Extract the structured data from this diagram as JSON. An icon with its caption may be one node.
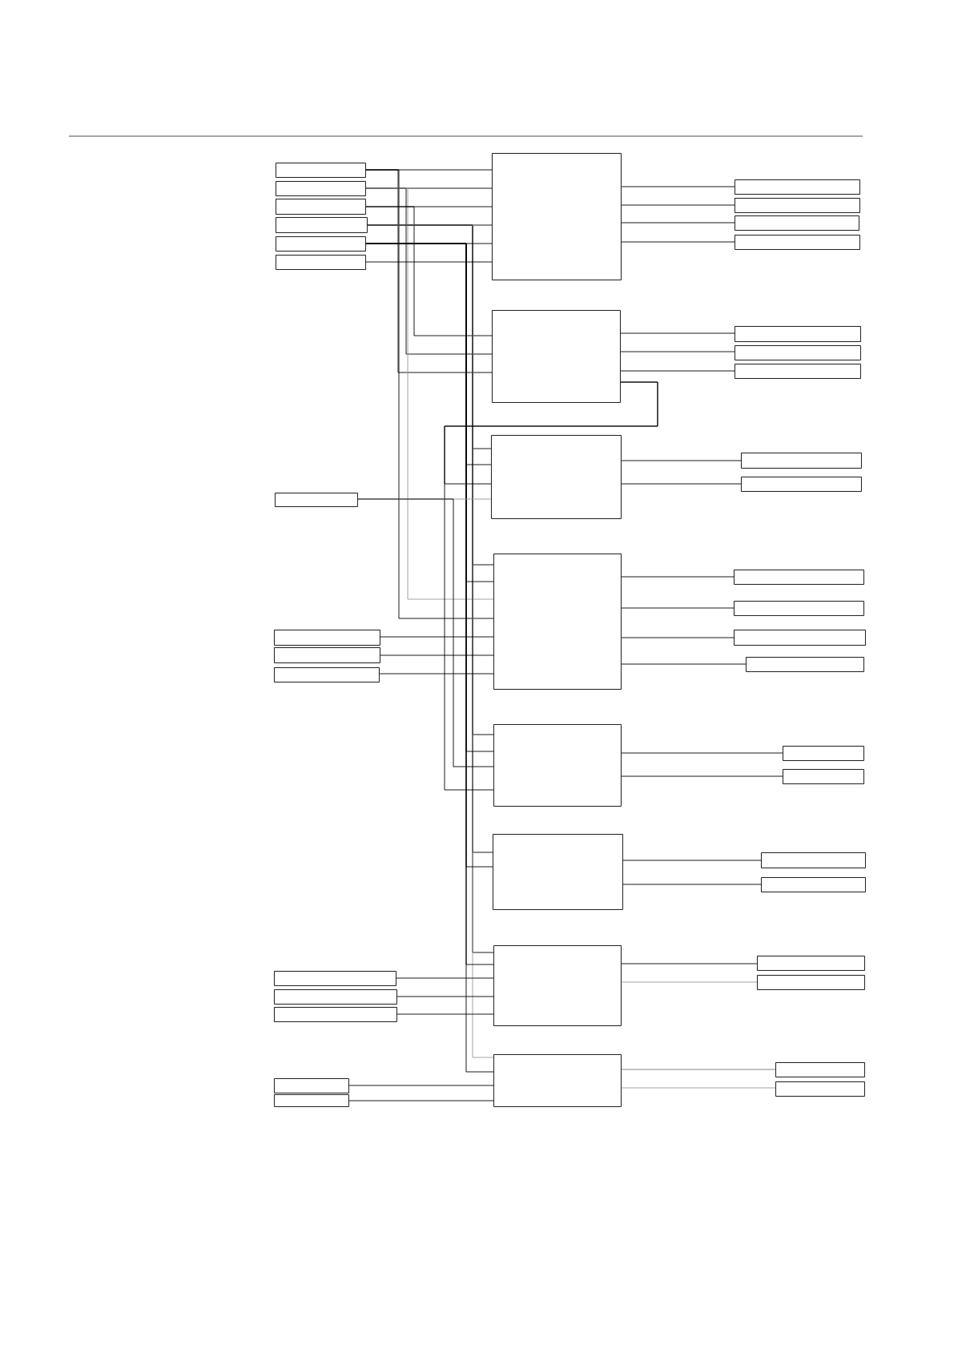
{
  "diagram": {
    "nodes": [
      {
        "text": [],
        "shape": "box"
      },
      {
        "text": [],
        "shape": "box"
      },
      {
        "text": [],
        "shape": "box"
      },
      {
        "text": [],
        "shape": "box"
      },
      {
        "text": [],
        "shape": "box"
      },
      {
        "text": [],
        "shape": "box"
      },
      {
        "text": [],
        "shape": "box"
      },
      {
        "text": [],
        "shape": "box"
      },
      {
        "text": [],
        "shape": "box"
      },
      {
        "text": [],
        "shape": "box"
      },
      {
        "text": [],
        "shape": "box"
      },
      {
        "text": [],
        "shape": "box"
      },
      {
        "text": [],
        "shape": "box"
      },
      {
        "text": [],
        "shape": "box"
      },
      {
        "text": [],
        "shape": "box"
      },
      {
        "text": [],
        "shape": "box"
      },
      {
        "text": [],
        "shape": "box"
      },
      {
        "text": [],
        "shape": "box"
      },
      {
        "text": [],
        "shape": "box"
      },
      {
        "text": [],
        "shape": "box"
      },
      {
        "text": [],
        "shape": "box"
      },
      {
        "text": [],
        "shape": "box"
      },
      {
        "text": [],
        "shape": "box"
      },
      {
        "text": [],
        "shape": "box"
      },
      {
        "text": [],
        "shape": "box"
      },
      {
        "text": [],
        "shape": "box"
      },
      {
        "text": [],
        "shape": "box"
      },
      {
        "text": [],
        "shape": "box"
      },
      {
        "text": [],
        "shape": "box"
      },
      {
        "text": [],
        "shape": "box"
      },
      {
        "text": [],
        "shape": "box"
      },
      {
        "text": [],
        "shape": "box"
      },
      {
        "text": [],
        "shape": "box"
      },
      {
        "text": [],
        "shape": "box"
      },
      {
        "text": [],
        "shape": "box"
      },
      {
        "text": [],
        "shape": "box"
      },
      {
        "text": [],
        "shape": "box"
      },
      {
        "text": [],
        "shape": "box"
      },
      {
        "text": [],
        "shape": "box"
      },
      {
        "text": [],
        "shape": "box"
      },
      {
        "text": [],
        "shape": "box"
      },
      {
        "text": [],
        "shape": "box"
      },
      {
        "text": [],
        "shape": "box"
      },
      {
        "text": [],
        "shape": "box"
      }
    ],
    "edges": [
      {
        "from": 0,
        "to": 6,
        "arrow": "none"
      },
      {
        "from": 0,
        "to": 11,
        "arrow": "none"
      },
      {
        "from": 0,
        "to": 22,
        "arrow": "none"
      },
      {
        "from": 1,
        "to": 6,
        "arrow": "none"
      },
      {
        "from": 1,
        "to": 11,
        "arrow": "none"
      },
      {
        "from": 1,
        "to": 22,
        "arrow": "none",
        "color": "#999999"
      },
      {
        "from": 2,
        "to": 6,
        "arrow": "none"
      },
      {
        "from": 2,
        "to": 11,
        "arrow": "none"
      },
      {
        "from": 3,
        "to": 6,
        "arrow": "none"
      },
      {
        "from": 3,
        "to": 15,
        "arrow": "none"
      },
      {
        "from": 3,
        "to": 22,
        "arrow": "none"
      },
      {
        "from": 3,
        "to": 27,
        "arrow": "none"
      },
      {
        "from": 3,
        "to": 30,
        "arrow": "none"
      },
      {
        "from": 3,
        "to": 36,
        "arrow": "none"
      },
      {
        "from": 3,
        "to": 41,
        "arrow": "none",
        "color": "#999999"
      },
      {
        "from": 4,
        "to": 6,
        "arrow": "none"
      },
      {
        "from": 4,
        "to": 15,
        "arrow": "none"
      },
      {
        "from": 4,
        "to": 22,
        "arrow": "none"
      },
      {
        "from": 4,
        "to": 27,
        "arrow": "none"
      },
      {
        "from": 4,
        "to": 30,
        "arrow": "none"
      },
      {
        "from": 4,
        "to": 36,
        "arrow": "none"
      },
      {
        "from": 4,
        "to": 41,
        "arrow": "none"
      },
      {
        "from": 5,
        "to": 6,
        "arrow": "none"
      },
      {
        "from": 6,
        "to": 7,
        "arrow": "none"
      },
      {
        "from": 6,
        "to": 8,
        "arrow": "none"
      },
      {
        "from": 6,
        "to": 9,
        "arrow": "none"
      },
      {
        "from": 6,
        "to": 10,
        "arrow": "none"
      },
      {
        "from": 11,
        "to": 12,
        "arrow": "none"
      },
      {
        "from": 11,
        "to": 13,
        "arrow": "none"
      },
      {
        "from": 11,
        "to": 14,
        "arrow": "none"
      },
      {
        "from": 11,
        "to": 15,
        "arrow": "none"
      },
      {
        "from": 11,
        "to": 27,
        "arrow": "none"
      },
      {
        "from": 15,
        "to": 16,
        "arrow": "none"
      },
      {
        "from": 15,
        "to": 17,
        "arrow": "none"
      },
      {
        "from": 18,
        "to": 15,
        "arrow": "none",
        "color": "#999999"
      },
      {
        "from": 18,
        "to": 27,
        "arrow": "none"
      },
      {
        "from": 19,
        "to": 22,
        "arrow": "none"
      },
      {
        "from": 20,
        "to": 22,
        "arrow": "none"
      },
      {
        "from": 21,
        "to": 22,
        "arrow": "none"
      },
      {
        "from": 22,
        "to": 23,
        "arrow": "none"
      },
      {
        "from": 22,
        "to": 24,
        "arrow": "none"
      },
      {
        "from": 22,
        "to": 25,
        "arrow": "none"
      },
      {
        "from": 22,
        "to": 26,
        "arrow": "none"
      },
      {
        "from": 27,
        "to": 28,
        "arrow": "none"
      },
      {
        "from": 27,
        "to": 29,
        "arrow": "none"
      },
      {
        "from": 30,
        "to": 31,
        "arrow": "none"
      },
      {
        "from": 30,
        "to": 32,
        "arrow": "none"
      },
      {
        "from": 33,
        "to": 36,
        "arrow": "none"
      },
      {
        "from": 34,
        "to": 36,
        "arrow": "none"
      },
      {
        "from": 35,
        "to": 36,
        "arrow": "none"
      },
      {
        "from": 36,
        "to": 37,
        "arrow": "none"
      },
      {
        "from": 36,
        "to": 38,
        "arrow": "none",
        "color": "#999999"
      },
      {
        "from": 39,
        "to": 41,
        "arrow": "none"
      },
      {
        "from": 40,
        "to": 41,
        "arrow": "none"
      },
      {
        "from": 41,
        "to": 42,
        "arrow": "none",
        "color": "#777777"
      },
      {
        "from": 41,
        "to": 43,
        "arrow": "none",
        "color": "#999999"
      }
    ]
  }
}
